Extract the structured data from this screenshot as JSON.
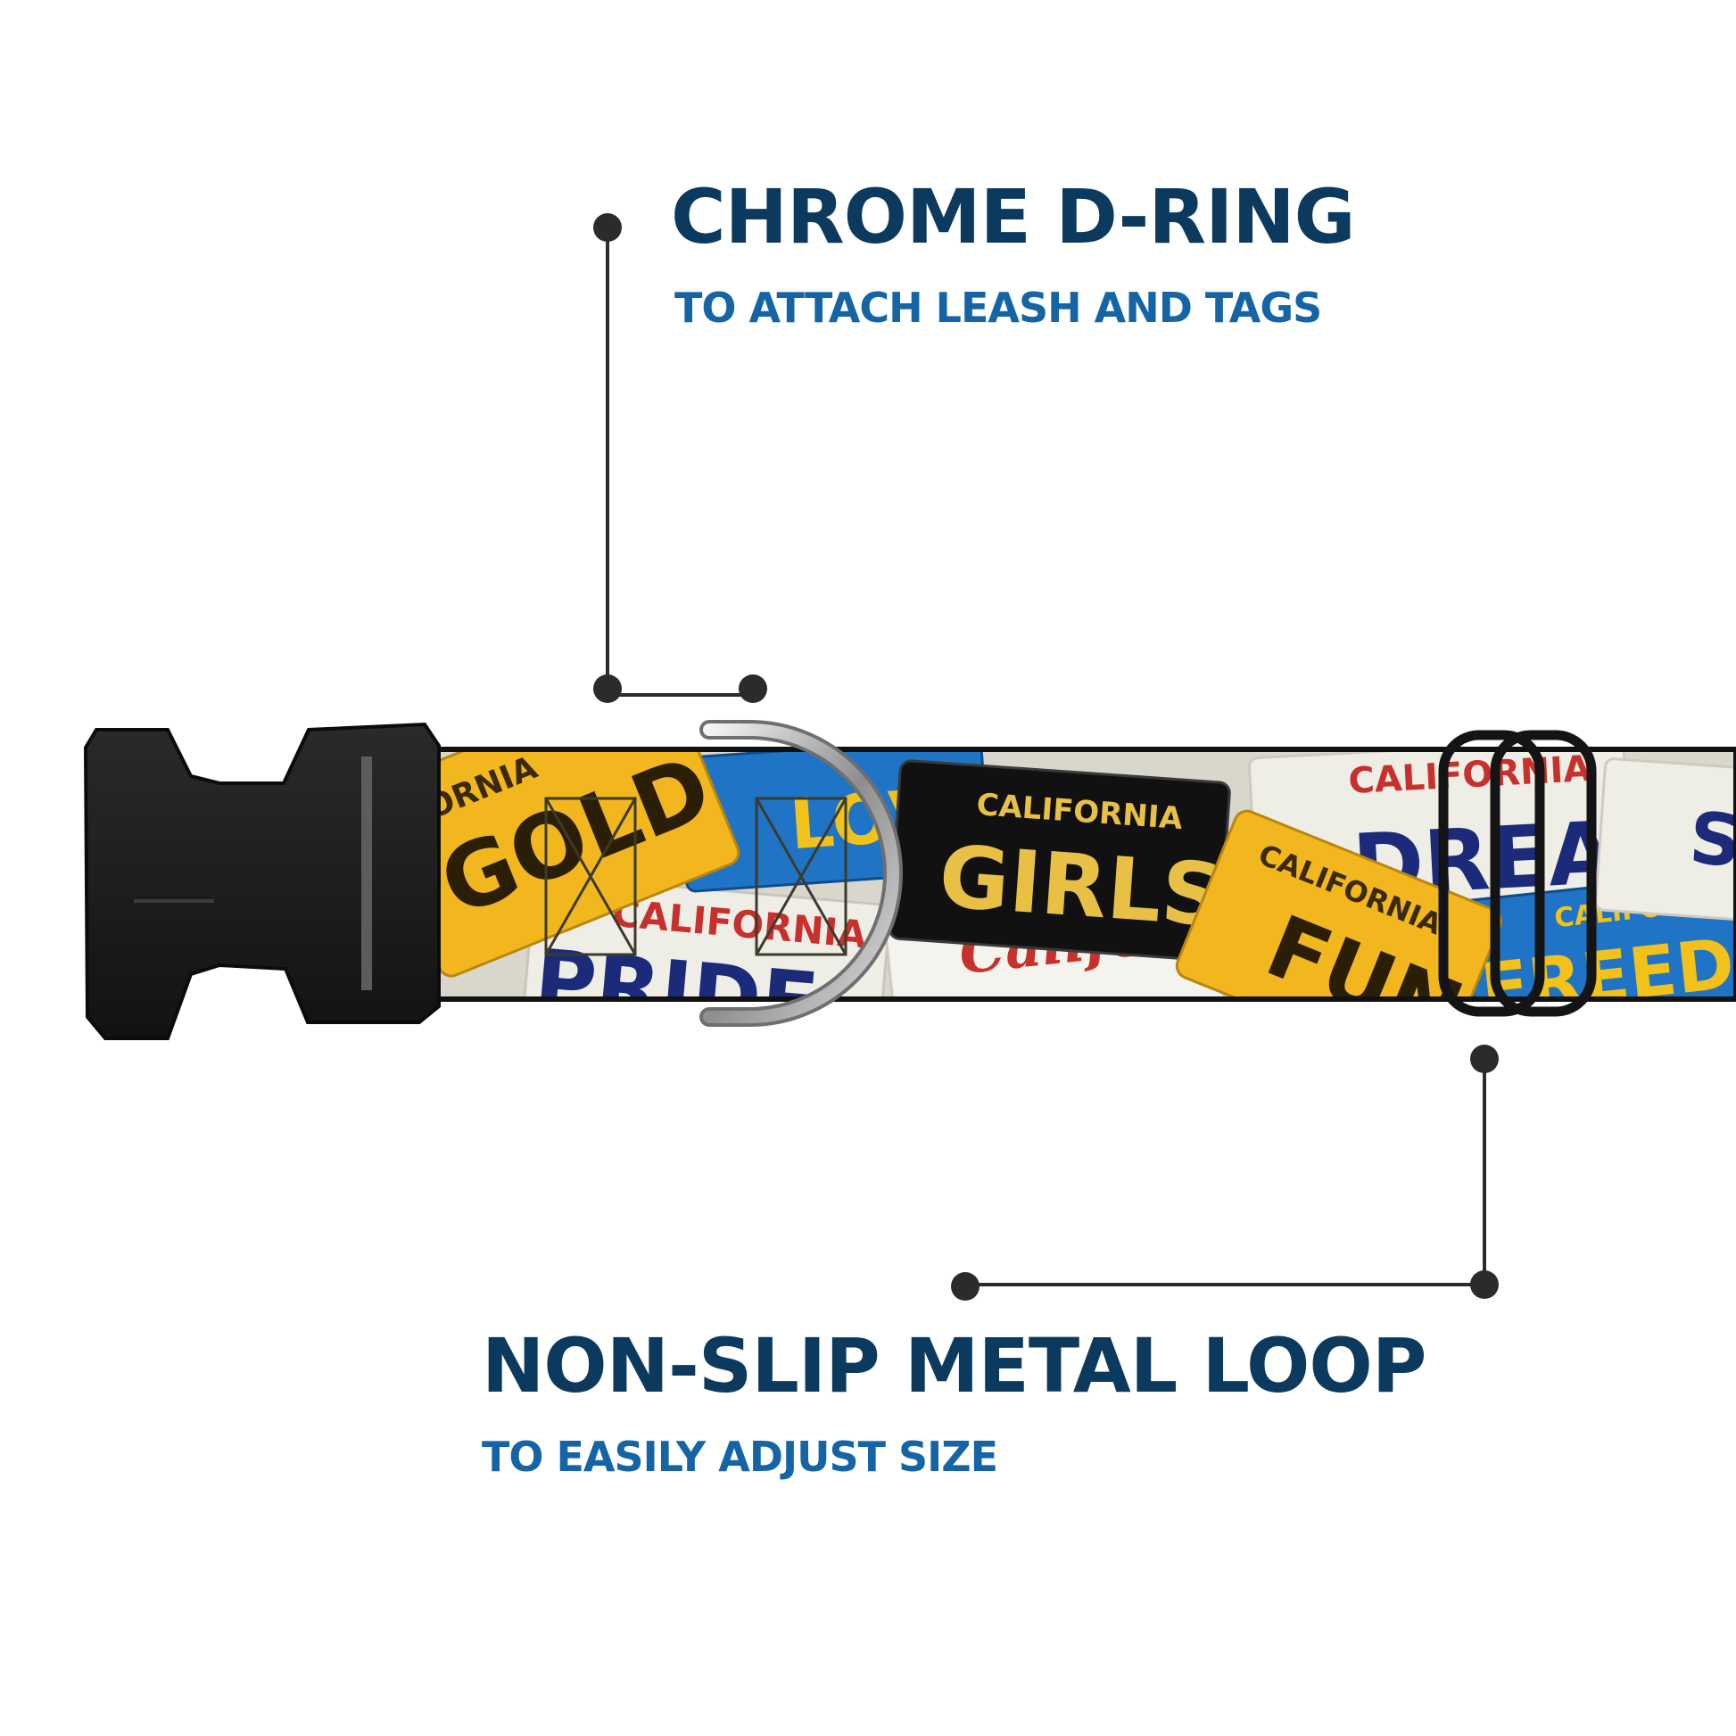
{
  "callouts": {
    "dring": {
      "title": "CHROME D-RING",
      "subtitle": "TO ATTACH LEASH AND TAGS"
    },
    "loop": {
      "title": "NON-SLIP METAL LOOP",
      "subtitle": "TO EASILY ADJUST SIZE"
    }
  },
  "collar_print": {
    "plate_words": [
      "GOLD",
      "LOVE",
      "GIRLS",
      "PRIDE",
      "DREAM",
      "FUN",
      "FREEDOM",
      "SS"
    ],
    "state_labels": [
      "FORNIA",
      "CALIFORNIA",
      "CALIFORNIA",
      "CALIFORNIA",
      "CALIFORNIA",
      "CALIFORNIA"
    ],
    "script_label": "Califo"
  },
  "colors": {
    "heading": "#0c3a5e",
    "subheading": "#1565a6",
    "leader_line": "#2b2b2b",
    "buckle": "#1c1c1c",
    "plate_yellow": "#f2b61f",
    "plate_blue": "#1f74c6",
    "plate_black": "#111111",
    "plate_white": "#efeee6"
  }
}
